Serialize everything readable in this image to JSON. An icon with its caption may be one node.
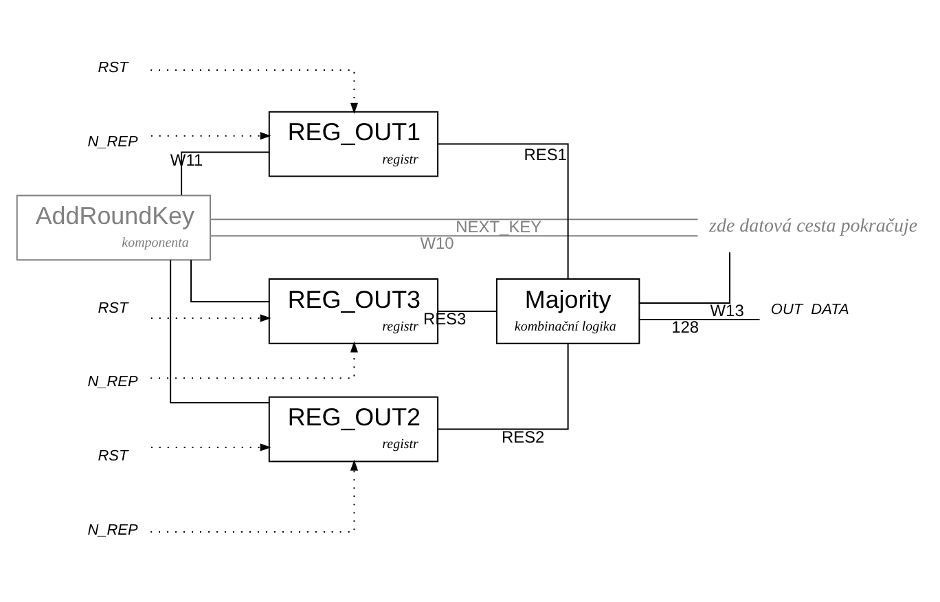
{
  "diagram": {
    "nodes": [
      {
        "text": [
          "AddRoundKey",
          "komponenta"
        ]
      },
      {
        "text": [
          "REG_OUT1",
          "registr"
        ]
      },
      {
        "text": [
          "REG_OUT2",
          "registr"
        ]
      },
      {
        "text": [
          "REG_OUT3",
          "registr"
        ]
      },
      {
        "text": [
          "Majority",
          "kombinační logika"
        ]
      },
      {
        "text": [
          "zde datová cesta pokračuje"
        ]
      },
      {
        "text": [
          "N_REP"
        ]
      },
      {
        "text": [
          "RST"
        ]
      },
      {
        "text": [
          "N_REP"
        ]
      },
      {
        "text": [
          "RST"
        ]
      },
      {
        "text": [
          "N_REP"
        ]
      },
      {
        "text": [
          "RST"
        ]
      },
      {
        "text": [
          "OUT  DATA"
        ]
      }
    ],
    "edges": [
      {
        "from": 0,
        "to": 5,
        "arrow": "none",
        "label": "W10",
        "color": "#808080"
      },
      {
        "from": 0,
        "to": 5,
        "arrow": "none",
        "label": "NEXT_KEY",
        "color": "#808080"
      },
      {
        "from": 0,
        "to": 1,
        "arrow": "none",
        "label": "W11"
      },
      {
        "from": 0,
        "to": 2,
        "arrow": "none"
      },
      {
        "from": 0,
        "to": 3,
        "arrow": "none"
      },
      {
        "from": 6,
        "to": 1,
        "arrow": "to",
        "style": "dashed"
      },
      {
        "from": 7,
        "to": 1,
        "arrow": "to",
        "style": "dashed"
      },
      {
        "from": 8,
        "to": 2,
        "arrow": "to",
        "style": "dashed"
      },
      {
        "from": 9,
        "to": 2,
        "arrow": "to",
        "style": "dashed"
      },
      {
        "from": 10,
        "to": 3,
        "arrow": "to",
        "style": "dashed"
      },
      {
        "from": 11,
        "to": 3,
        "arrow": "to",
        "style": "dashed"
      },
      {
        "from": 1,
        "to": 4,
        "arrow": "none",
        "label": "RES1"
      },
      {
        "from": 2,
        "to": 4,
        "arrow": "none",
        "label": "RES2"
      },
      {
        "from": 3,
        "to": 4,
        "arrow": "none",
        "label": "RES3"
      },
      {
        "from": 4,
        "to": 5,
        "arrow": "none",
        "label": "W13"
      },
      {
        "from": 4,
        "to": 12,
        "arrow": "none",
        "label": "128"
      }
    ]
  }
}
